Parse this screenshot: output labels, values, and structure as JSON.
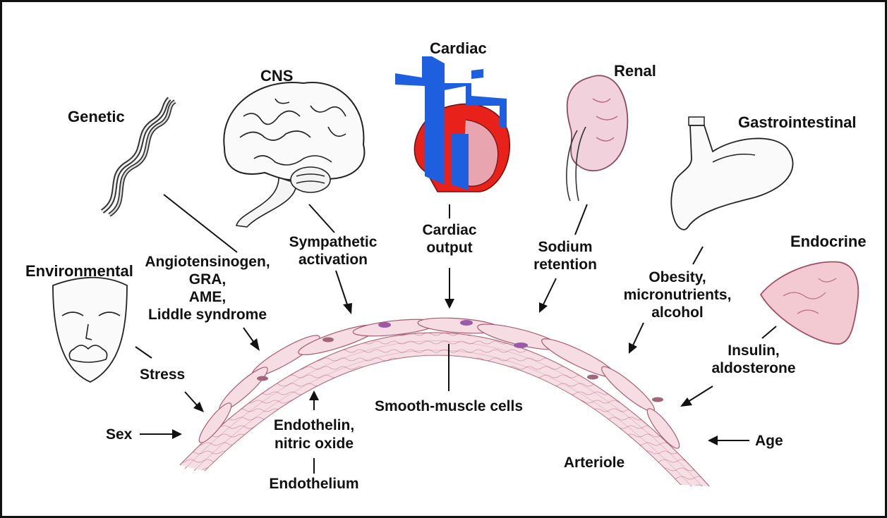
{
  "categories": {
    "genetic": "Genetic",
    "cns": "CNS",
    "cardiac": "Cardiac",
    "renal": "Renal",
    "gastrointestinal": "Gastrointestinal",
    "endocrine": "Endocrine",
    "environmental": "Environmental"
  },
  "factors": {
    "genetic": [
      "Angiotensinogen,",
      "GRA,",
      "AME,",
      "Liddle syndrome"
    ],
    "cns": [
      "Sympathetic",
      "activation"
    ],
    "cardiac": [
      "Cardiac",
      "output"
    ],
    "renal": [
      "Sodium",
      "retention"
    ],
    "gastrointestinal": [
      "Obesity,",
      "micronutrients,",
      "alcohol"
    ],
    "endocrine": [
      "Insulin,",
      "aldosterone"
    ],
    "environmental": "Stress",
    "sex": "Sex",
    "age": "Age",
    "endothelin": [
      "Endothelin,",
      "nitric oxide"
    ],
    "endothelium": "Endothelium",
    "smooth_muscle": "Smooth-muscle cells",
    "arteriole": "Arteriole"
  },
  "colors": {
    "vein_blue": "#1e5fe0",
    "heart_red": "#e8221b",
    "tissue_pink": "#e9aebc",
    "cell_purple": "#9a5aa8",
    "stroke": "#111111"
  }
}
